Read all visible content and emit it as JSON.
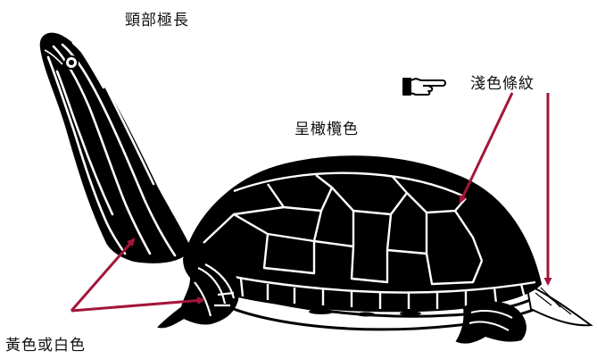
{
  "labels": {
    "neck": "頸部極長",
    "shell_color": "呈橄欖色",
    "light_stripes": "淺色條紋",
    "yellow_or_white": "黃色或白色"
  },
  "icons": {
    "pointer": "pointing-hand-icon"
  },
  "colors": {
    "arrow": "#a3163a",
    "outline": "#000000",
    "background": "#ffffff"
  }
}
